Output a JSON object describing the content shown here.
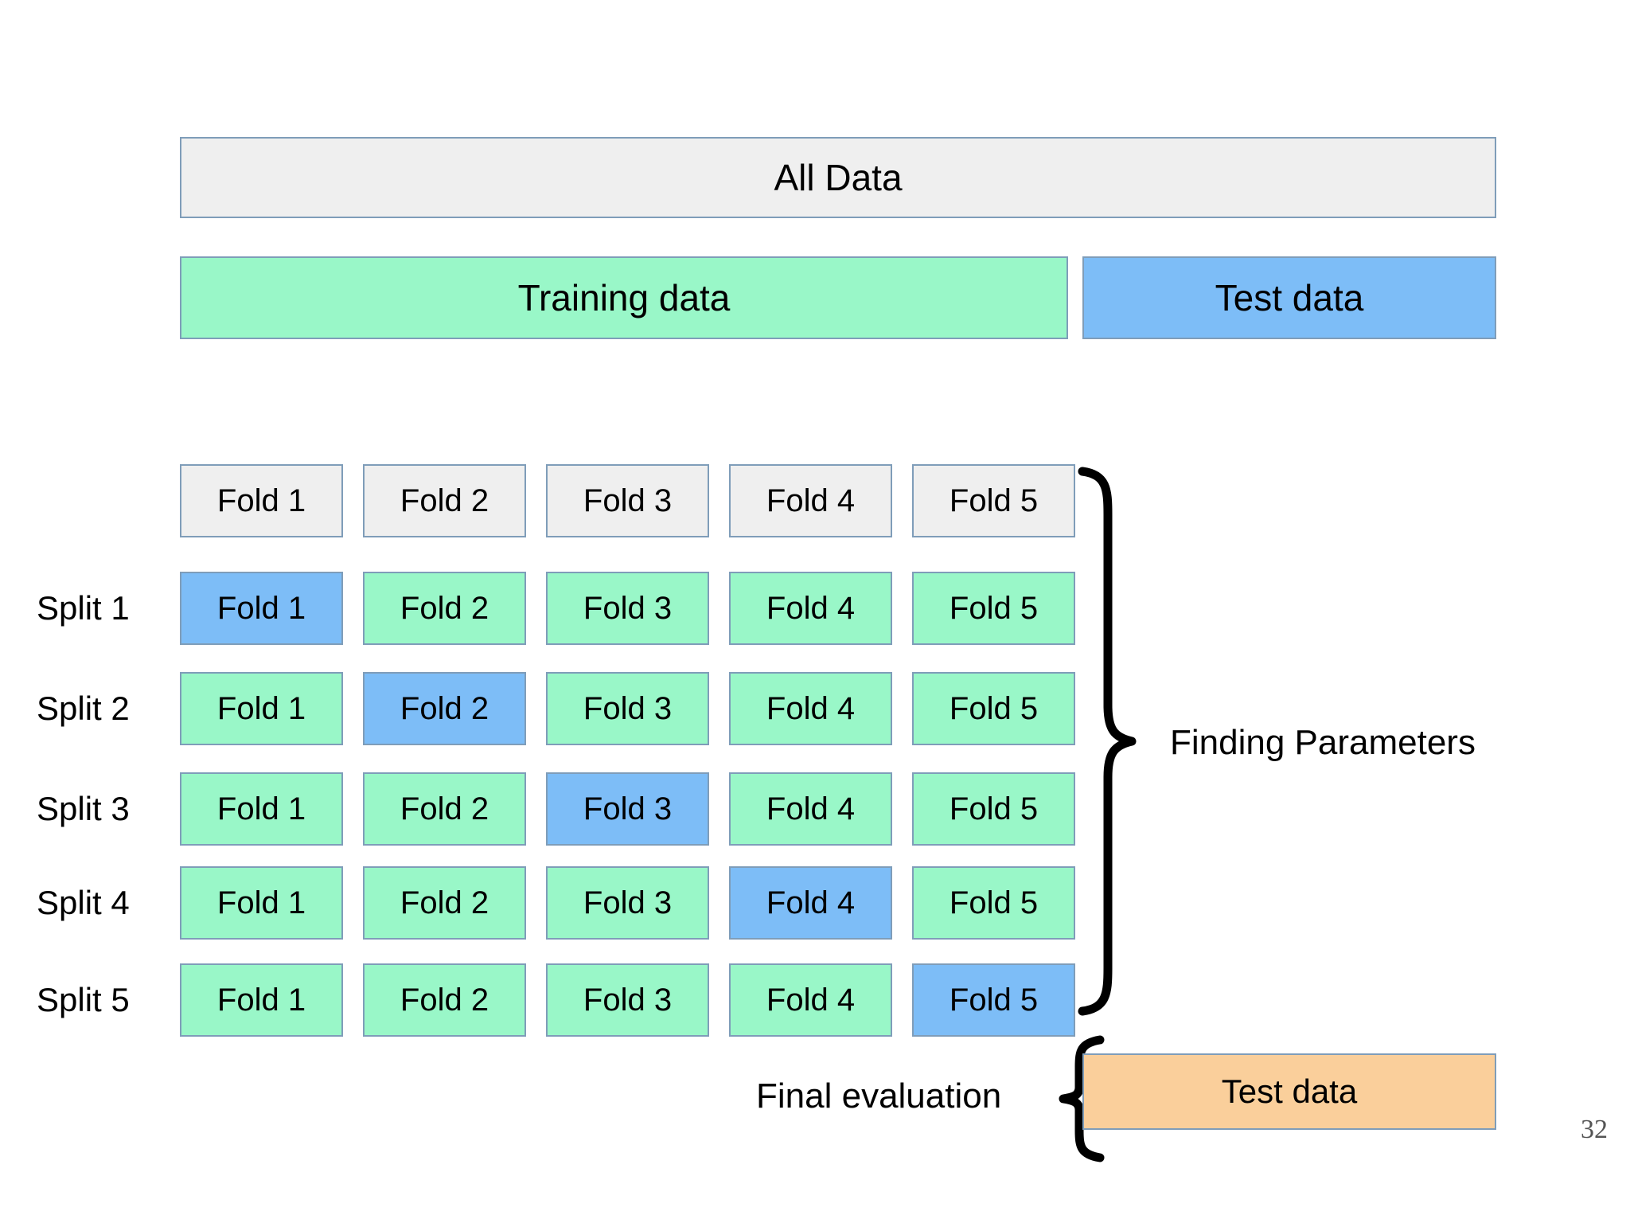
{
  "slide": {
    "page_number": "32",
    "background_color": "#ffffff"
  },
  "colors": {
    "grey_fill": "#efefef",
    "green_fill": "#99f7c8",
    "blue_fill": "#7dbdf7",
    "orange_fill": "#facf9b",
    "box_border": "#7f9db9",
    "text": "#000000",
    "page_number_text": "#555555"
  },
  "top": {
    "all_data": "All Data",
    "training_data": "Training data",
    "test_data": "Test data"
  },
  "fold_header": {
    "folds": [
      {
        "label": "Fold 1",
        "fill": "grey"
      },
      {
        "label": "Fold 2",
        "fill": "grey"
      },
      {
        "label": "Fold 3",
        "fill": "grey"
      },
      {
        "label": "Fold 4",
        "fill": "grey"
      },
      {
        "label": "Fold 5",
        "fill": "grey"
      }
    ]
  },
  "splits": [
    {
      "label": "Split 1",
      "folds": [
        {
          "label": "Fold 1",
          "fill": "blue"
        },
        {
          "label": "Fold 2",
          "fill": "green"
        },
        {
          "label": "Fold 3",
          "fill": "green"
        },
        {
          "label": "Fold 4",
          "fill": "green"
        },
        {
          "label": "Fold 5",
          "fill": "green"
        }
      ]
    },
    {
      "label": "Split 2",
      "folds": [
        {
          "label": "Fold 1",
          "fill": "green"
        },
        {
          "label": "Fold 2",
          "fill": "blue"
        },
        {
          "label": "Fold 3",
          "fill": "green"
        },
        {
          "label": "Fold 4",
          "fill": "green"
        },
        {
          "label": "Fold 5",
          "fill": "green"
        }
      ]
    },
    {
      "label": "Split 3",
      "folds": [
        {
          "label": "Fold 1",
          "fill": "green"
        },
        {
          "label": "Fold 2",
          "fill": "green"
        },
        {
          "label": "Fold 3",
          "fill": "blue"
        },
        {
          "label": "Fold 4",
          "fill": "green"
        },
        {
          "label": "Fold 5",
          "fill": "green"
        }
      ]
    },
    {
      "label": "Split 4",
      "folds": [
        {
          "label": "Fold 1",
          "fill": "green"
        },
        {
          "label": "Fold 2",
          "fill": "green"
        },
        {
          "label": "Fold 3",
          "fill": "green"
        },
        {
          "label": "Fold 4",
          "fill": "blue"
        },
        {
          "label": "Fold 5",
          "fill": "green"
        }
      ]
    },
    {
      "label": "Split 5",
      "folds": [
        {
          "label": "Fold 1",
          "fill": "green"
        },
        {
          "label": "Fold 2",
          "fill": "green"
        },
        {
          "label": "Fold 3",
          "fill": "green"
        },
        {
          "label": "Fold 4",
          "fill": "green"
        },
        {
          "label": "Fold 5",
          "fill": "blue"
        }
      ]
    }
  ],
  "annotations": {
    "finding_parameters": "Finding Parameters",
    "final_evaluation": "Final evaluation",
    "final_test_data": "Test data"
  }
}
